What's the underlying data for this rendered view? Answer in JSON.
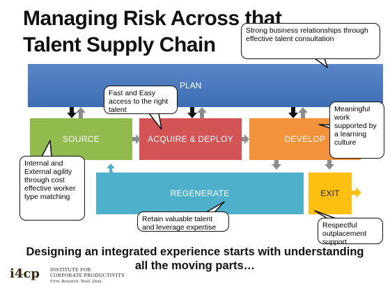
{
  "title": {
    "line1": "Managing Risk Across that",
    "line2": "Talent Supply Chain"
  },
  "stages": {
    "plan": "PLAN",
    "source": "SOURCE",
    "acquire": "ACQUIRE & DEPLOY",
    "develop": "DEVELOP",
    "regenerate": "REGENERATE",
    "exit": "EXIT"
  },
  "callouts": {
    "relationships": "Strong business relationships through effective talent consultation",
    "access": "Fast and Easy access to the right talent",
    "learning": "Meaningful work supported by a learning culture",
    "agility": "Internal and External agility through cost effective worker type matching",
    "retain": "Retain valuable talent and leverage expertise",
    "outplacement": "Respectful outplacement support"
  },
  "footer": {
    "line1": "Designing an integrated experience starts with understanding",
    "line2": "all the moving parts…"
  },
  "logo": {
    "mark": "i4cp",
    "name_line1": "INSTITUTE FOR",
    "name_line2": "CORPORATE PRODUCTIVITY",
    "tagline": "Firm. Research. Tools. Data."
  },
  "colors": {
    "plan": "#4a79bf",
    "source": "#92bb4e",
    "acquire": "#d35454",
    "develop": "#f3923b",
    "regenerate": "#4fb0cc",
    "exit": "#fdbf10"
  }
}
